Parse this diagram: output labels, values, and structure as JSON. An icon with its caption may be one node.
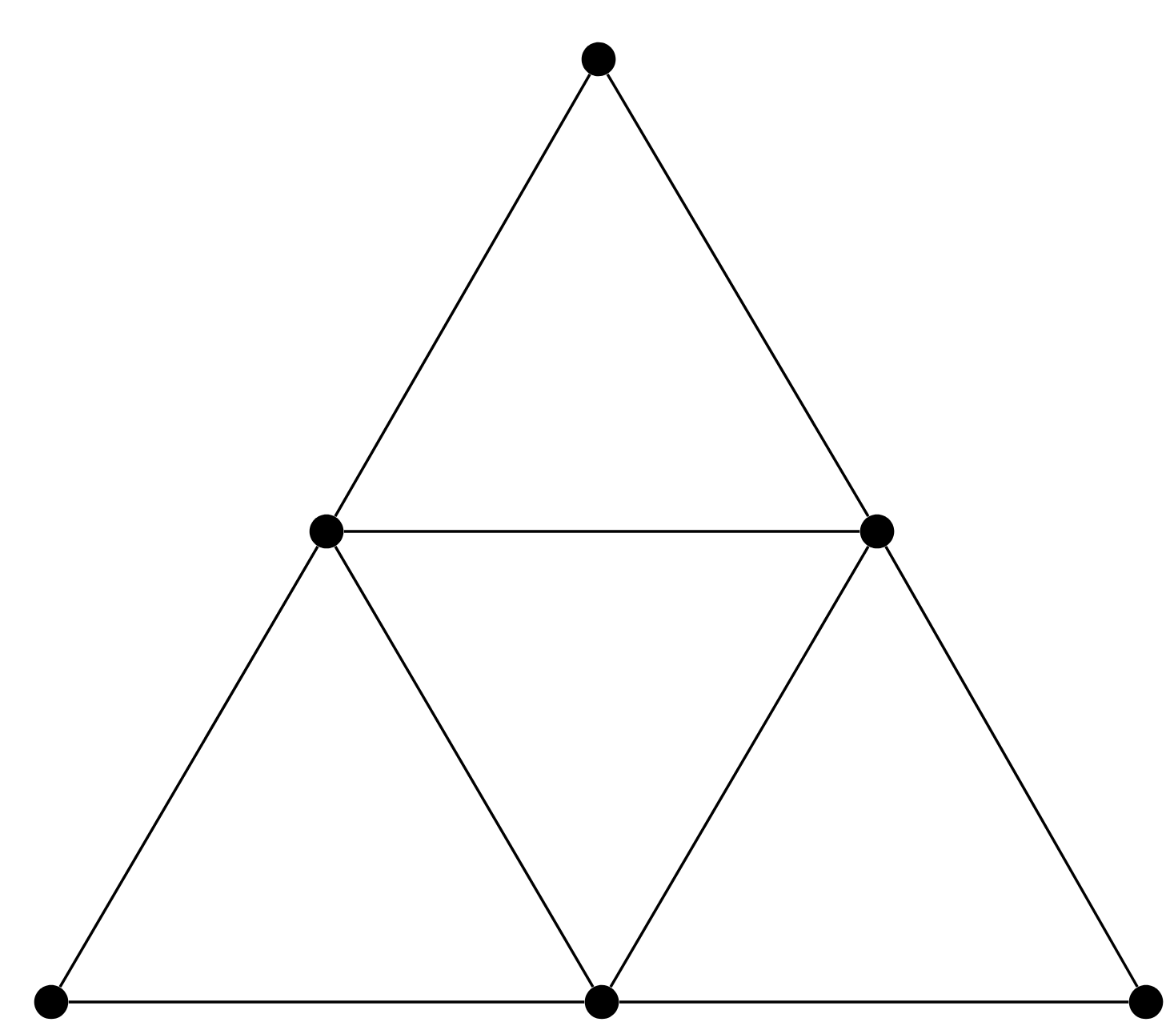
{
  "diagram": {
    "nodes": [
      {
        "text": [],
        "shape": "circle"
      },
      {
        "text": [],
        "shape": "circle"
      },
      {
        "text": [],
        "shape": "circle"
      },
      {
        "text": [],
        "shape": "circle"
      },
      {
        "text": [],
        "shape": "circle"
      },
      {
        "text": [],
        "shape": "circle"
      }
    ],
    "edges": [
      {
        "from": 0,
        "to": 1,
        "arrow": "none"
      },
      {
        "from": 0,
        "to": 2,
        "arrow": "none"
      },
      {
        "from": 1,
        "to": 2,
        "arrow": "none"
      },
      {
        "from": 1,
        "to": 3,
        "arrow": "none"
      },
      {
        "from": 1,
        "to": 4,
        "arrow": "none"
      },
      {
        "from": 2,
        "to": 4,
        "arrow": "none"
      },
      {
        "from": 2,
        "to": 5,
        "arrow": "none"
      },
      {
        "from": 3,
        "to": 4,
        "arrow": "none"
      },
      {
        "from": 4,
        "to": 5,
        "arrow": "none"
      }
    ]
  }
}
